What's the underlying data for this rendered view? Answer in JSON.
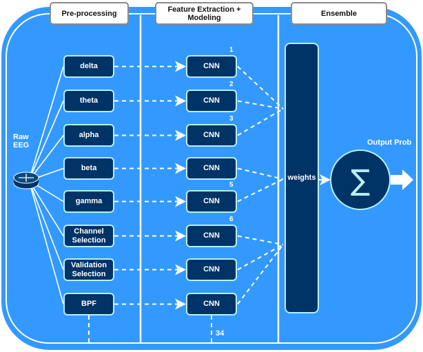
{
  "colors": {
    "background": "#3399ff",
    "node_fill": "#003366",
    "node_border": "#b8f0ff",
    "lines": "#ffffff",
    "header_border": "#8a8a8a"
  },
  "headers": {
    "preprocessing": "Pre-processing",
    "feature_line1": "Feature Extraction +",
    "feature_line2": "Modeling",
    "ensemble": "Ensemble"
  },
  "input": {
    "label_line1": "Raw",
    "label_line2": "EEG",
    "icon": "router-icon"
  },
  "preprocessing": [
    {
      "line1": "delta",
      "line2": ""
    },
    {
      "line1": "theta",
      "line2": ""
    },
    {
      "line1": "alpha",
      "line2": ""
    },
    {
      "line1": "beta",
      "line2": ""
    },
    {
      "line1": "gamma",
      "line2": ""
    },
    {
      "line1": "Channel",
      "line2": "Selection"
    },
    {
      "line1": "Validation",
      "line2": "Selection"
    },
    {
      "line1": "BPF",
      "line2": ""
    }
  ],
  "models": [
    {
      "label": "CNN",
      "index": "1"
    },
    {
      "label": "CNN",
      "index": "2"
    },
    {
      "label": "CNN",
      "index": "3"
    },
    {
      "label": "CNN",
      "index": ""
    },
    {
      "label": "CNN",
      "index": "5"
    },
    {
      "label": "CNN",
      "index": "6"
    },
    {
      "label": "CNN",
      "index": ""
    },
    {
      "label": "CNN",
      "index": ""
    }
  ],
  "model_count_label": "34",
  "ensemble": {
    "weights_label": "weights",
    "sum_symbol": "∑",
    "output_label": "Output Prob"
  }
}
